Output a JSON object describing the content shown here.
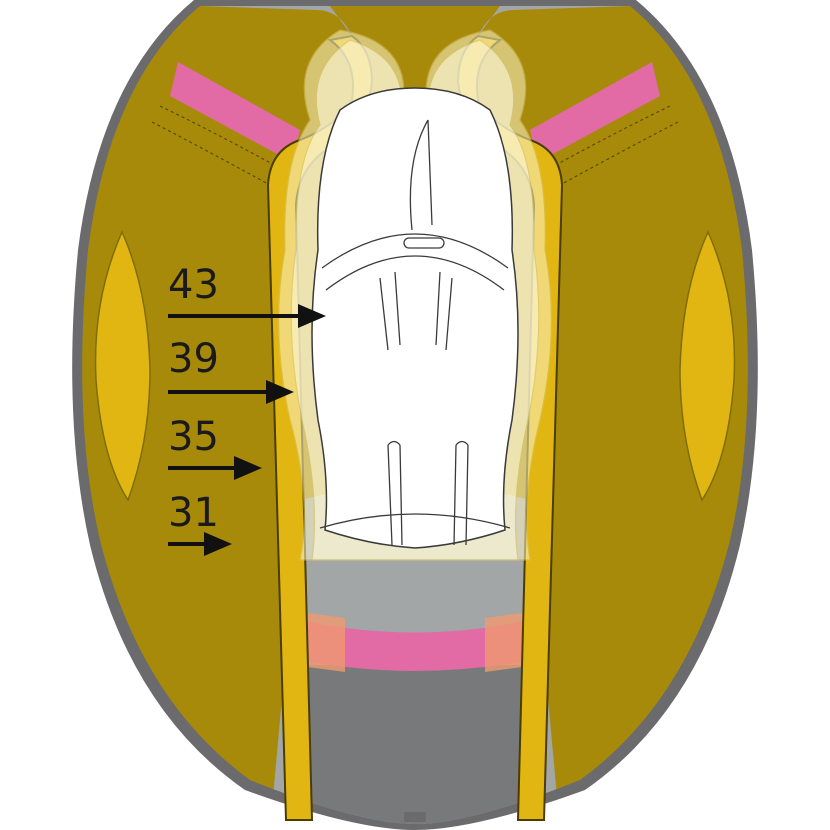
{
  "size_markers": [
    {
      "label": "43"
    },
    {
      "label": "39"
    },
    {
      "label": "35"
    },
    {
      "label": "31"
    }
  ],
  "colors": {
    "shell": "#a88a0a",
    "shell_edge": "#7e6e0a",
    "gold_pad": "#e2b612",
    "stripe": "#e26aa5",
    "liner_white": "#ffffff",
    "liner_light": "#fbf5c6",
    "line": "#2a2a2a",
    "rear_grey": "#a3a6a6",
    "rear_dark": "#78797b",
    "frame_grey": "#6b6b6d",
    "arrow": "#111111"
  }
}
